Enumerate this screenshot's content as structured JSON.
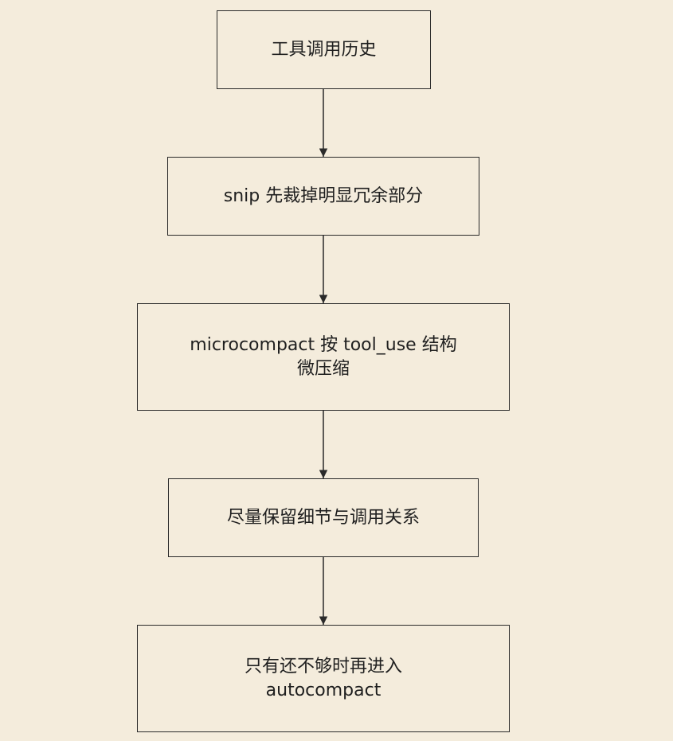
{
  "diagram": {
    "nodes": [
      {
        "id": "n1",
        "lines": [
          "工具调用历史"
        ]
      },
      {
        "id": "n2",
        "lines": [
          "snip 先裁掉明显冗余部分"
        ]
      },
      {
        "id": "n3",
        "lines": [
          "microcompact 按 tool_use 结构",
          "微压缩"
        ]
      },
      {
        "id": "n4",
        "lines": [
          "尽量保留细节与调用关系"
        ]
      },
      {
        "id": "n5",
        "lines": [
          "只有还不够时再进入",
          "autocompact"
        ]
      }
    ],
    "edges": [
      {
        "from": "n1",
        "to": "n2"
      },
      {
        "from": "n2",
        "to": "n3"
      },
      {
        "from": "n3",
        "to": "n4"
      },
      {
        "from": "n4",
        "to": "n5"
      }
    ],
    "colors": {
      "background": "#f4ecdc",
      "stroke": "#2a2a2a",
      "text": "#1f1f1f"
    }
  }
}
